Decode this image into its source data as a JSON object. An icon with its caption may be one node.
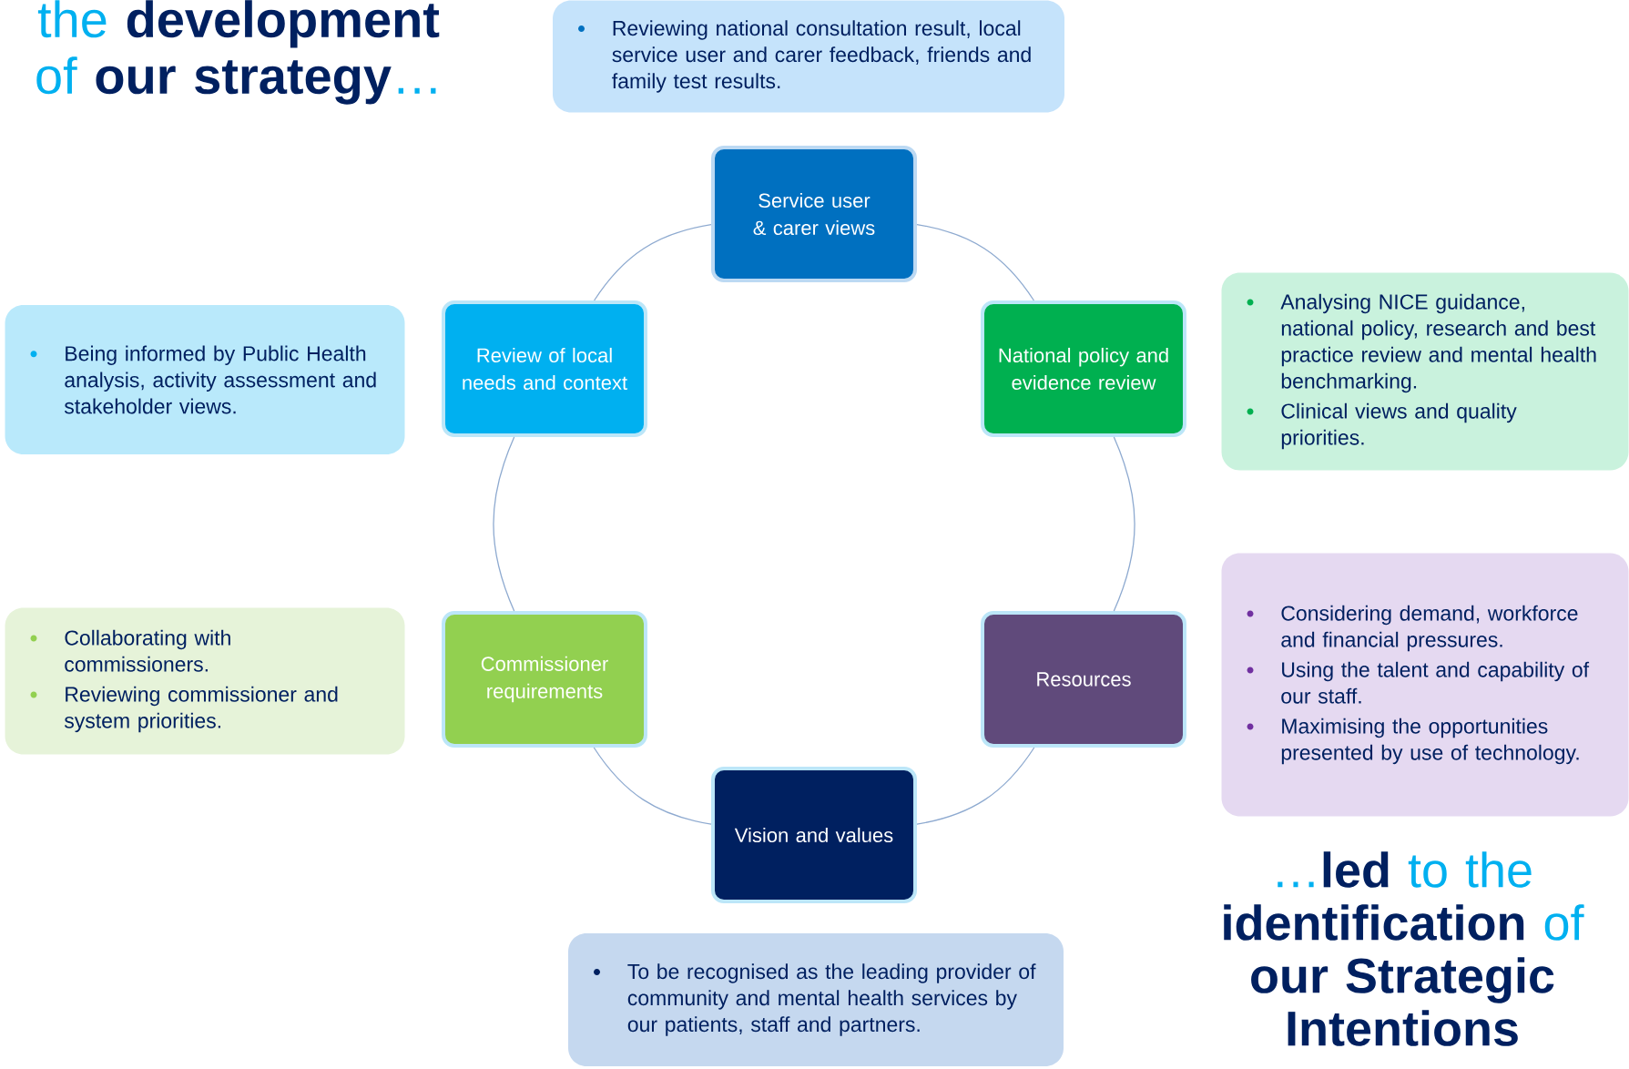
{
  "diagram": {
    "title": "the **development** of **our strategy**…",
    "nodes": [
      {
        "text": [
          "Reviewing national consultation result, local  service user and carer feedback, friends and family test results."
        ]
      },
      {
        "text": [
          "Service user & carer views"
        ]
      },
      {
        "text": [
          "Being informed by Public Health analysis, activity assessment and stakeholder views."
        ]
      },
      {
        "text": [
          "Review of local needs and context"
        ]
      },
      {
        "text": [
          "National policy and evidence review"
        ]
      },
      {
        "text": [
          "Analysing NICE guidance, national policy, research and best practice review and mental health benchmarking.",
          "Clinical views and quality priorities."
        ]
      },
      {
        "text": [
          "Collaborating with commissioners.",
          "Reviewing commissioner and system priorities."
        ]
      },
      {
        "text": [
          "Commissioner requirements"
        ]
      },
      {
        "text": [
          "Resources"
        ]
      },
      {
        "text": [
          "Considering demand, workforce and financial pressures.",
          "Using the talent and capability of our staff.",
          "Maximising the opportunities presented by use of technology."
        ]
      },
      {
        "text": [
          "Vision and values"
        ]
      },
      {
        "text": [
          "To be recognised as the leading provider of community and mental health services by our patients, staff and partners."
        ]
      }
    ],
    "edges": [
      {
        "from": 1,
        "to": 4,
        "arrow": "none"
      },
      {
        "from": 4,
        "to": 8,
        "arrow": "none"
      },
      {
        "from": 8,
        "to": 10,
        "arrow": "none"
      },
      {
        "from": 10,
        "to": 7,
        "arrow": "none"
      },
      {
        "from": 7,
        "to": 3,
        "arrow": "none"
      },
      {
        "from": 3,
        "to": 1,
        "arrow": "none"
      }
    ],
    "labels": [
      "…**led** to the **identification** of **our Strategic Intentions**"
    ]
  }
}
